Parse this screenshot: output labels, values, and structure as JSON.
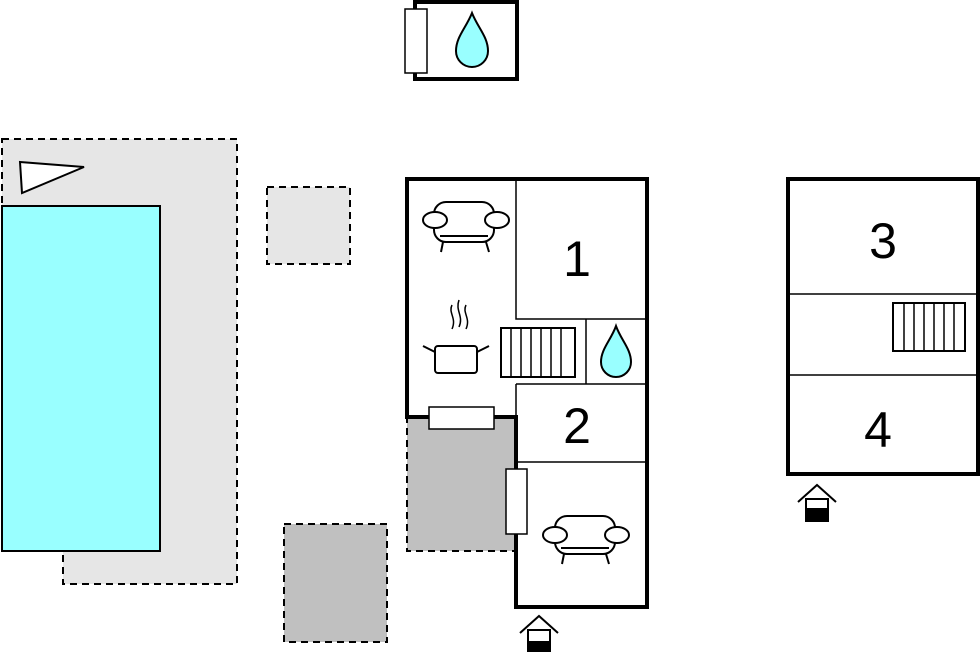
{
  "colors": {
    "pool": "#99ffff",
    "terrace": "#e6e6e6",
    "covered_terrace": "#c0c0c0",
    "water_drop": "#99ffff",
    "wall": "#000000"
  },
  "rooms": {
    "room1": "1",
    "room2": "2",
    "room3": "3",
    "room4": "4"
  },
  "icons": {
    "bathroom": "water-drop-icon",
    "living": "sofa-icon",
    "kitchen": "cooking-pot-icon",
    "stairs": "stairs-icon",
    "entrance": "entrance-house-icon",
    "pool_entry": "triangle-icon"
  }
}
